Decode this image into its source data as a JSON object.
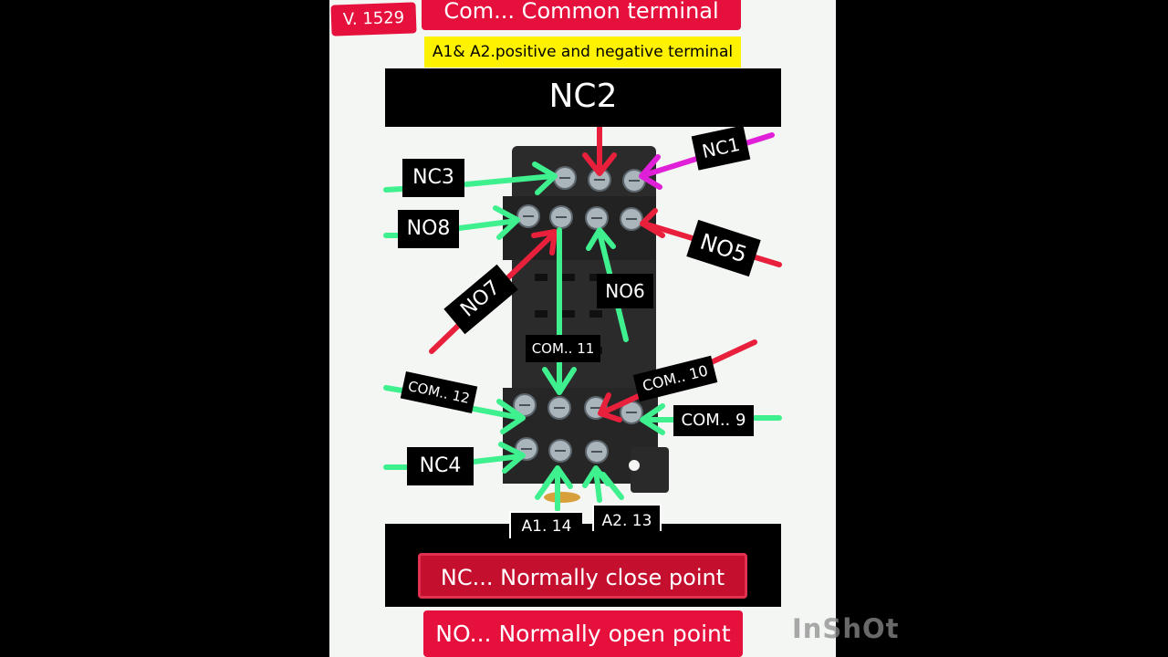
{
  "header": {
    "version": "V. 1529",
    "com_legend": "Com... Common terminal",
    "a_legend": "A1& A2.positive and negative terminal",
    "top_label": "NC2"
  },
  "terminals": {
    "nc1": "NC1",
    "nc3": "NC3",
    "no8": "NO8",
    "no5": "NO5",
    "no7": "NO7",
    "no6": "NO6",
    "com11": "COM.. 11",
    "com12": "COM.. 12",
    "com10": "COM.. 10",
    "com9": "COM.. 9",
    "nc4": "NC4",
    "a1": "A1. 14",
    "a2": "A2. 13"
  },
  "footer": {
    "nc_legend": "NC... Normally close point",
    "no_legend": "NO... Normally open point"
  },
  "watermark": "InShOt",
  "colors": {
    "green": "#3ff08f",
    "red": "#e8203c",
    "magenta": "#e020d8",
    "tag_red": "#e5103c",
    "tag_yellow": "#fff200"
  }
}
